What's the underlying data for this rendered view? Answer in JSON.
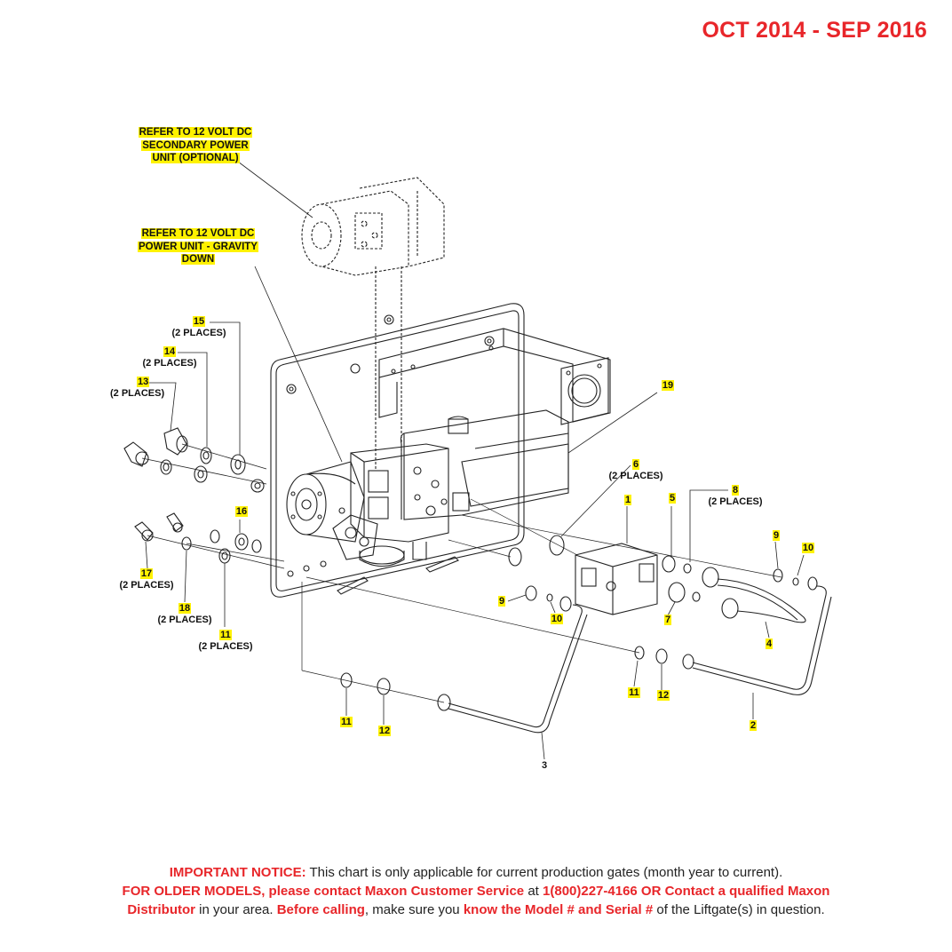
{
  "header": {
    "date_range": "OCT 2014 - SEP 2016"
  },
  "callouts": {
    "secondary_power_unit": [
      "REFER TO 12 VOLT DC",
      "SECONDARY POWER",
      "UNIT (OPTIONAL)"
    ],
    "power_unit_gravity": [
      "REFER TO 12 VOLT DC",
      "POWER UNIT - GRAVITY",
      "DOWN"
    ]
  },
  "parts": [
    {
      "id": "p15",
      "num": "15",
      "note": "(2 PLACES)"
    },
    {
      "id": "p14",
      "num": "14",
      "note": "(2 PLACES)"
    },
    {
      "id": "p13",
      "num": "13",
      "note": "(2 PLACES)"
    },
    {
      "id": "p19",
      "num": "19",
      "note": ""
    },
    {
      "id": "p6",
      "num": "6",
      "note": "(2 PLACES)"
    },
    {
      "id": "p1",
      "num": "1",
      "note": ""
    },
    {
      "id": "p5",
      "num": "5",
      "note": ""
    },
    {
      "id": "p8",
      "num": "8",
      "note": "(2 PLACES)"
    },
    {
      "id": "p9a",
      "num": "9",
      "note": ""
    },
    {
      "id": "p10a",
      "num": "10",
      "note": ""
    },
    {
      "id": "p16",
      "num": "16",
      "note": ""
    },
    {
      "id": "p17",
      "num": "17",
      "note": "(2 PLACES)"
    },
    {
      "id": "p18",
      "num": "18",
      "note": "(2 PLACES)"
    },
    {
      "id": "p11a",
      "num": "11",
      "note": "(2 PLACES)"
    },
    {
      "id": "p9b",
      "num": "9",
      "note": ""
    },
    {
      "id": "p10b",
      "num": "10",
      "note": ""
    },
    {
      "id": "p7",
      "num": "7",
      "note": ""
    },
    {
      "id": "p4",
      "num": "4",
      "note": ""
    },
    {
      "id": "p11b",
      "num": "11",
      "note": ""
    },
    {
      "id": "p12b",
      "num": "12",
      "note": ""
    },
    {
      "id": "p2",
      "num": "2",
      "note": ""
    },
    {
      "id": "p11c",
      "num": "11",
      "note": ""
    },
    {
      "id": "p12c",
      "num": "12",
      "note": ""
    },
    {
      "id": "p3",
      "num": "3",
      "note": ""
    }
  ],
  "notice": {
    "label": "IMPORTANT NOTICE:",
    "line1": " This chart is only applicable for current production gates (month year to current).",
    "older_models": "FOR OLDER MODELS, please contact Maxon Customer Service",
    "at": " at ",
    "phone_contact": "1(800)227-4166 OR Contact a qualified Maxon",
    "distributor": "Distributor",
    "in_area": " in your area. ",
    "before_calling": "Before calling",
    "make_sure": ", make sure you ",
    "know_model": "know the Model # and Serial #",
    "in_question": " of the Liftgate(s) in question."
  }
}
